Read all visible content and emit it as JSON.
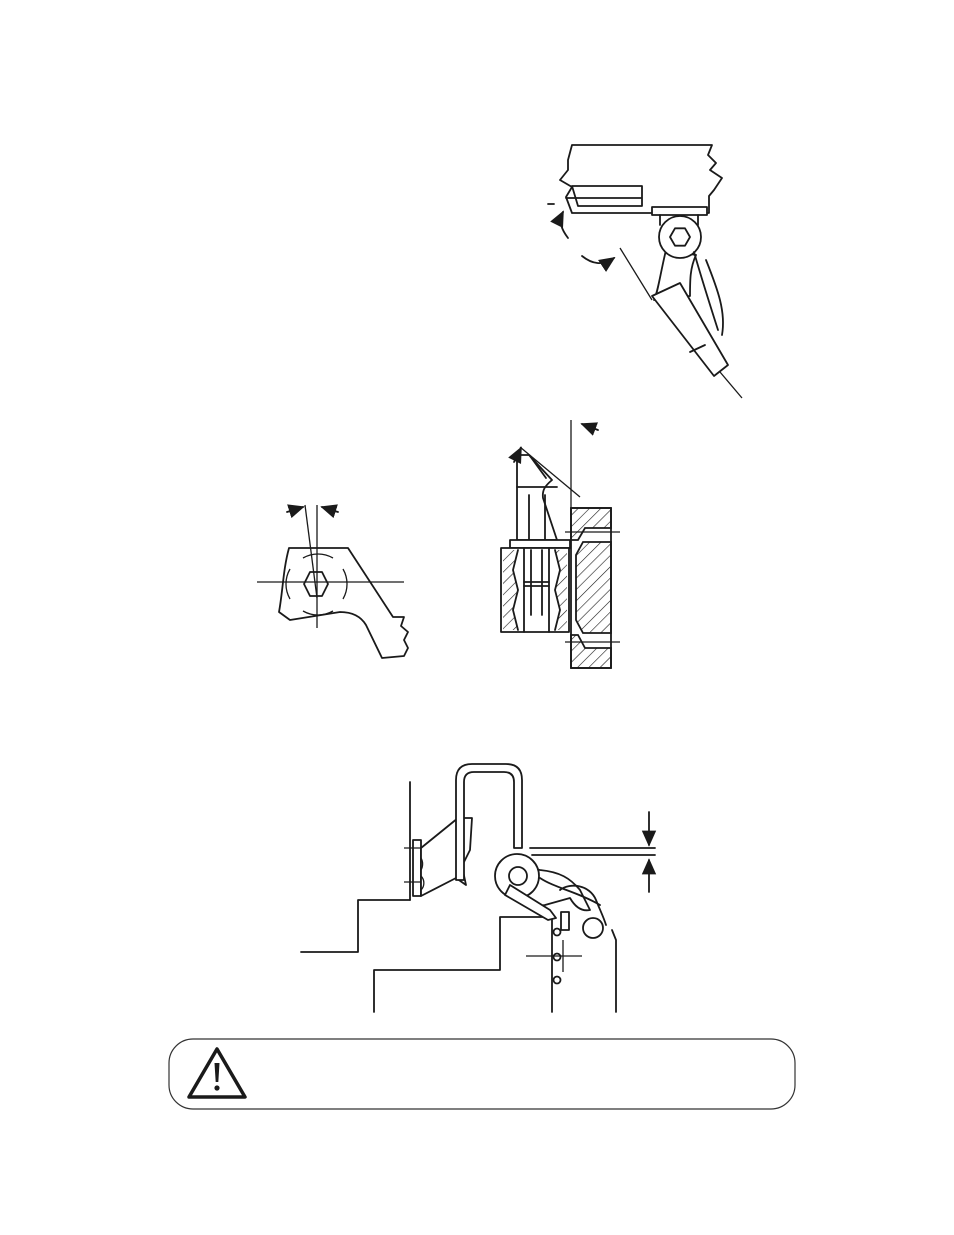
{
  "figures": [
    {
      "name": "arm-tilt-detail"
    },
    {
      "name": "hex-bracket-detail"
    },
    {
      "name": "sectional-detail"
    },
    {
      "name": "gap-adjustment-detail"
    }
  ],
  "warning": {
    "icon": "warning-triangle-icon",
    "text": ""
  },
  "colors": {
    "line": "#1a1a1a",
    "background": "#ffffff"
  }
}
